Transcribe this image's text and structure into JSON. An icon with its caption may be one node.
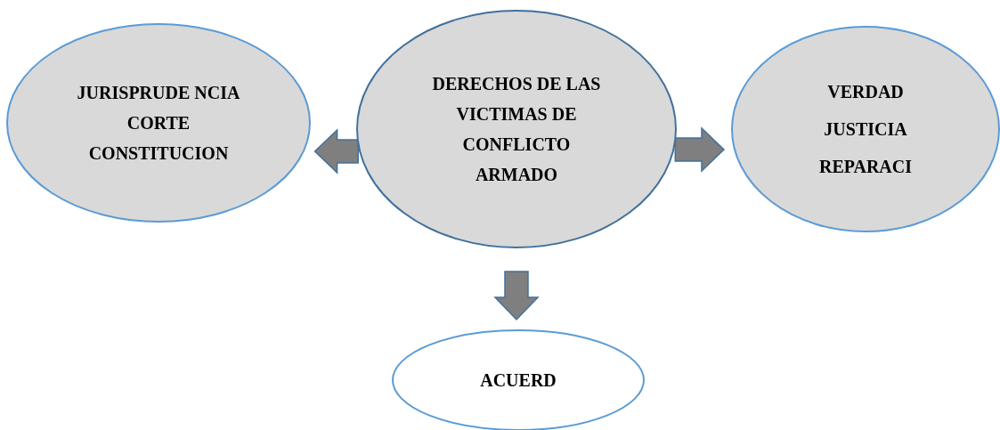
{
  "diagram": {
    "nodes": [
      {
        "text": [
          "JURISPRUDE NCIA CORTE CONSTITUCION"
        ]
      },
      {
        "text": [
          "DERECHOS DE LAS VICTIMAS DE CONFLICTO ARMADO"
        ]
      },
      {
        "text": [
          "VERDAD",
          "JUSTICIA",
          "REPARACI"
        ]
      },
      {
        "text": [
          "ACUERD"
        ]
      }
    ],
    "edges": [
      {
        "from": 1,
        "to": 0,
        "arrow": "to"
      },
      {
        "from": 1,
        "to": 2,
        "arrow": "to"
      },
      {
        "from": 1,
        "to": 3,
        "arrow": "to"
      }
    ]
  }
}
